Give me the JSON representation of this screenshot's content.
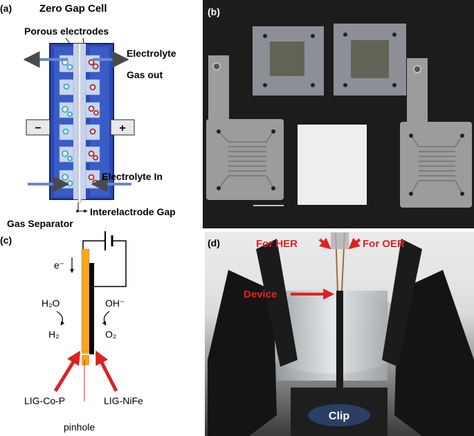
{
  "panel_a": {
    "letter": "(a)",
    "title": "Zero Gap Cell",
    "porous_label": "Porous electrodes",
    "electrolyte_label": "Electrolyte",
    "gas_out_label": "Gas out",
    "minus_sign": "−",
    "plus_sign": "+",
    "electrolyte_in_label": "Electrolyte In",
    "gap_label": "Interelactrode Gap",
    "separator_label": "Gas Separator",
    "colors": {
      "cell_blue": "#3050b8",
      "cell_dark": "#1a2a7a",
      "electrode": "#c8d4ec",
      "separator": "#e8e8e8",
      "bubble_cyan": "#40b0c8",
      "bubble_red": "#b03030"
    }
  },
  "panel_b": {
    "letter": "(b)",
    "colors": {
      "background": "#1c1c1c",
      "gasket": "#8c8f95",
      "plate": "#9a9a98",
      "mesh": "#57574c",
      "membrane": "#eeeeec"
    }
  },
  "panel_c": {
    "letter": "(c)",
    "electron_label": "e⁻",
    "h2o_label": "H₂O",
    "h2_label": "H₂",
    "oh_label": "OH⁻",
    "o2_label": "O₂",
    "left_label": "LIG-Co-P",
    "right_label": "LIG-NiFe",
    "pinhole_label": "pinhole",
    "colors": {
      "electrode_orange": "#f5a623",
      "arrow_red": "#e02020"
    }
  },
  "panel_d": {
    "letter": "(d)",
    "her_label": "For HER",
    "oer_label": "For OER",
    "device_label": "Device",
    "clip_label": "Clip",
    "colors": {
      "label_red": "#e42020",
      "clip_black": "#141414",
      "glass": "#c8ccce"
    }
  }
}
